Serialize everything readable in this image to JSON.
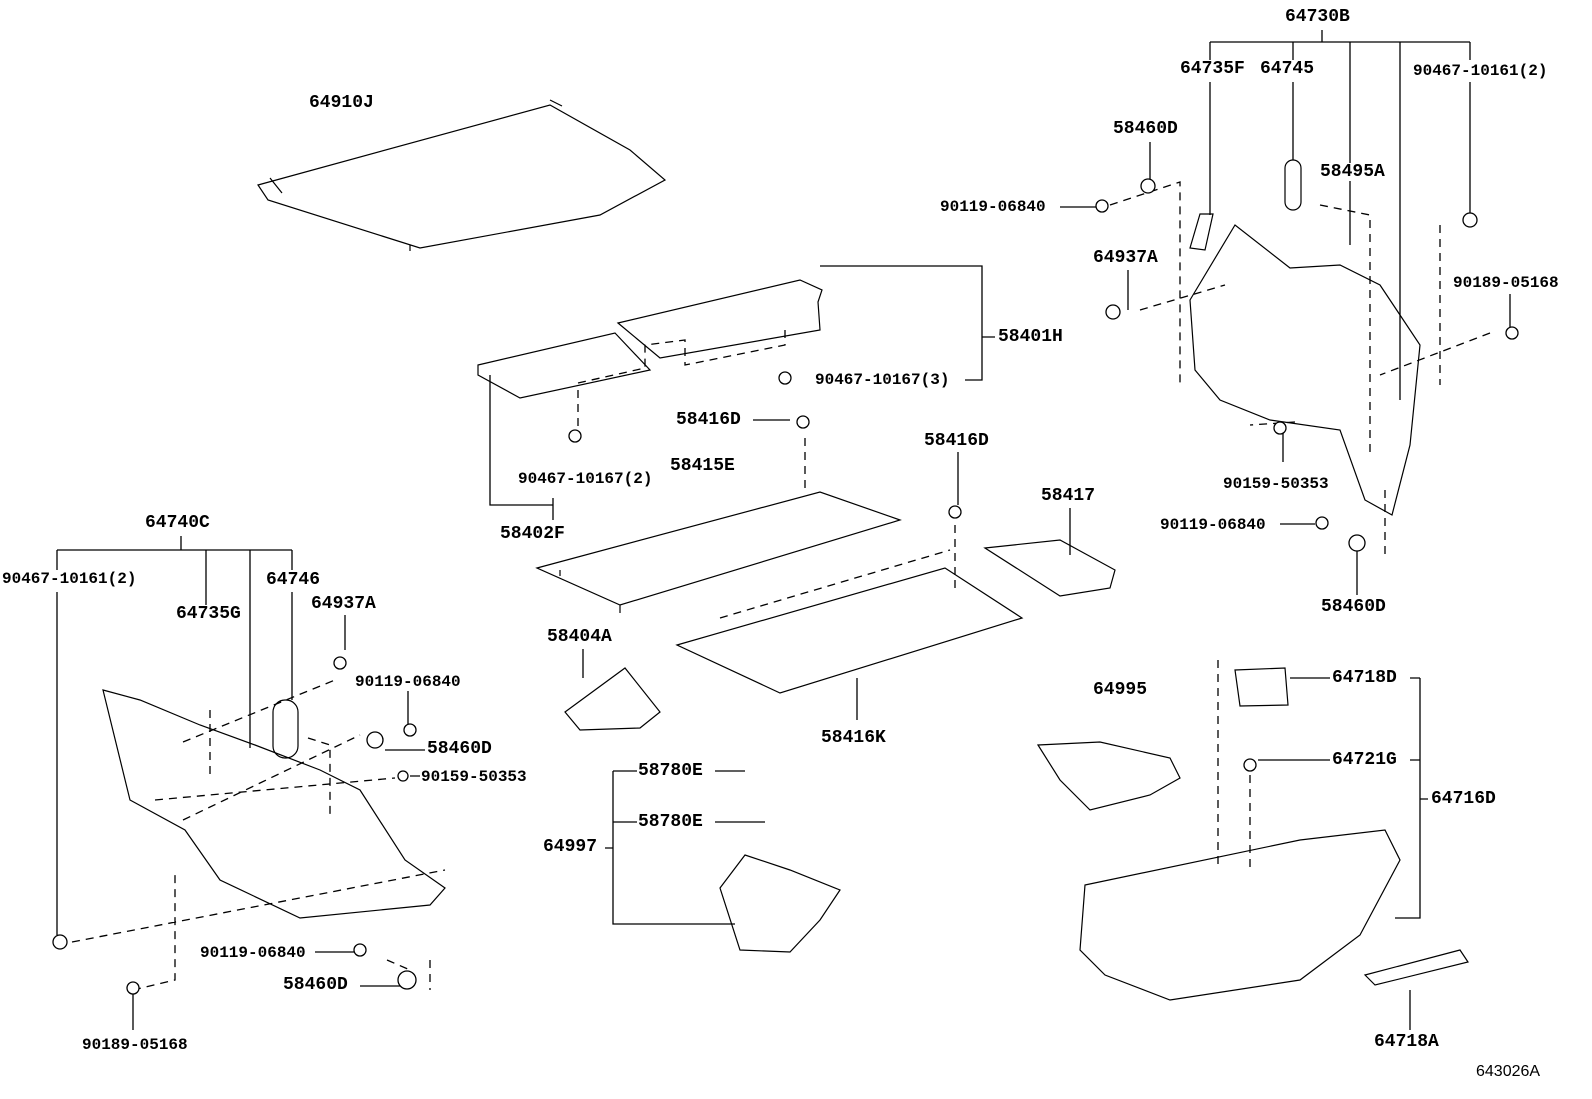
{
  "diagram_code": "643026A",
  "labels": {
    "l64730B": "64730B",
    "l64735F": "64735F",
    "l64745": "64745",
    "l90467_10161_r": "90467-10161(2)",
    "l58460D_top": "58460D",
    "l58495A": "58495A",
    "l90119_top": "90119-06840",
    "l64937A_r": "64937A",
    "l90189_r": "90189-05168",
    "l58401H": "58401H",
    "l90467_10167_3": "90467-10167(3)",
    "l58416D_a": "58416D",
    "l58416D_b": "58416D",
    "l64910J": "64910J",
    "l58415E": "58415E",
    "l90467_10167_2": "90467-10167(2)",
    "l90159_r": "90159-50353",
    "l58417": "58417",
    "l58402F": "58402F",
    "l90119_mid": "90119-06840",
    "l64740C": "64740C",
    "l90467_10161_l": "90467-10161(2)",
    "l64735G": "64735G",
    "l64746": "64746",
    "l64937A_l": "64937A",
    "l58460D_r": "58460D",
    "l58404A": "58404A",
    "l90119_l": "90119-06840",
    "l64995": "64995",
    "l64718D": "64718D",
    "l58416K": "58416K",
    "l58460D_l": "58460D",
    "l58780E_a": "58780E",
    "l64721G": "64721G",
    "l90159_l": "90159-50353",
    "l64716D": "64716D",
    "l58780E_b": "58780E",
    "l64997": "64997",
    "l90119_low": "90119-06840",
    "l58460D_low": "58460D",
    "l90189_low": "90189-05168",
    "l64718A": "64718A"
  }
}
